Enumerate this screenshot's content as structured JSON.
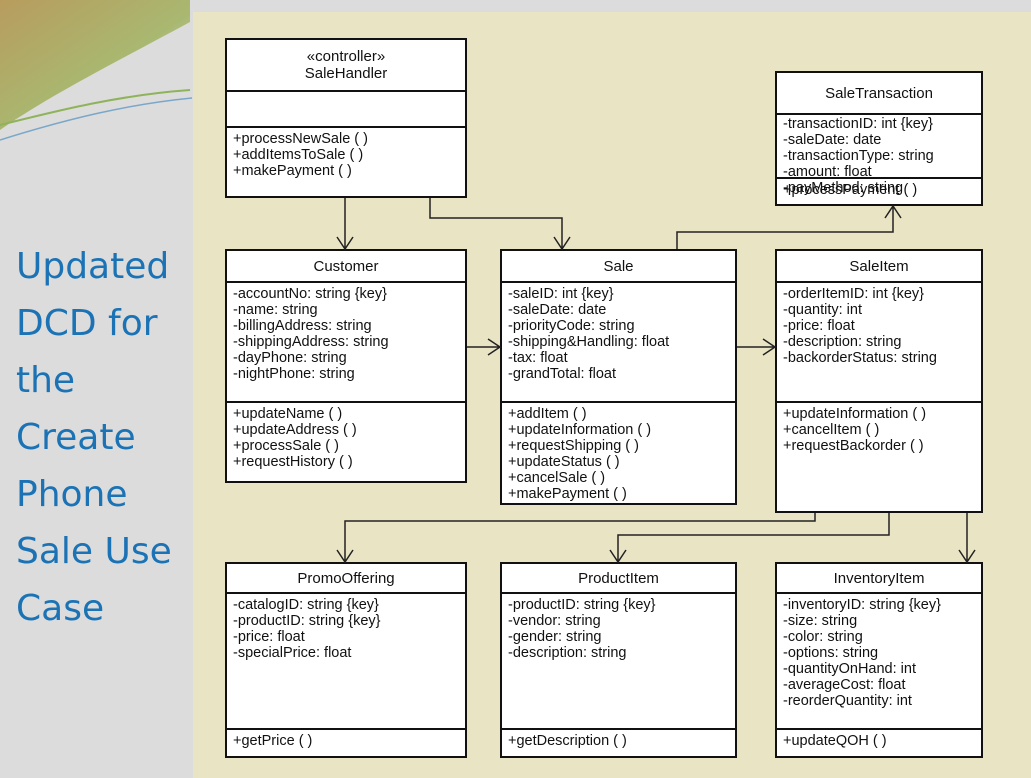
{
  "slide_title": "Updated\nDCD for\nthe\nCreate\nPhone\nSale Use\nCase",
  "colors": {
    "title": "#1b73b5",
    "diagram_bg": "#e9e5c4",
    "slide_bg": "#dcdcdc"
  },
  "classes": {
    "salehandler": {
      "stereotype": "«controller»",
      "name": "SaleHandler",
      "attributes": [],
      "operations": [
        "+processNewSale ( )",
        "+addItemsToSale ( )",
        "+makePayment ( )"
      ]
    },
    "saletransaction": {
      "name": "SaleTransaction",
      "attributes": [
        "-transactionID: int {key}",
        "-saleDate: date",
        "-transactionType: string",
        "-amount: float",
        "-payMethod: string"
      ],
      "operations": [
        "+processPayment ( )"
      ]
    },
    "customer": {
      "name": "Customer",
      "attributes": [
        "-accountNo: string {key}",
        "-name: string",
        "-billingAddress: string",
        "-shippingAddress: string",
        "-dayPhone: string",
        "-nightPhone: string"
      ],
      "operations": [
        "+updateName ( )",
        "+updateAddress ( )",
        "+processSale ( )",
        "+requestHistory ( )"
      ]
    },
    "sale": {
      "name": "Sale",
      "attributes": [
        "-saleID: int {key}",
        "-saleDate: date",
        "-priorityCode: string",
        "-shipping&Handling: float",
        "-tax: float",
        "-grandTotal: float"
      ],
      "operations": [
        "+addItem ( )",
        "+updateInformation ( )",
        "+requestShipping ( )",
        "+updateStatus ( )",
        "+cancelSale ( )",
        "+makePayment ( )"
      ]
    },
    "saleitem": {
      "name": "SaleItem",
      "attributes": [
        "-orderItemID: int {key}",
        "-quantity: int",
        "-price: float",
        "-description: string",
        "-backorderStatus: string"
      ],
      "operations": [
        "+updateInformation ( )",
        "+cancelItem ( )",
        "+requestBackorder ( )"
      ]
    },
    "promooffering": {
      "name": "PromoOffering",
      "attributes": [
        "-catalogID: string {key}",
        "-productID: string {key}",
        "-price: float",
        "-specialPrice: float"
      ],
      "operations": [
        "+getPrice ( )"
      ]
    },
    "productitem": {
      "name": "ProductItem",
      "attributes": [
        "-productID: string {key}",
        "-vendor: string",
        "-gender: string",
        "-description: string"
      ],
      "operations": [
        "+getDescription ( )"
      ]
    },
    "inventoryitem": {
      "name": "InventoryItem",
      "attributes": [
        "-inventoryID: string {key}",
        "-size: string",
        "-color: string",
        "-options: string",
        "-quantityOnHand: int",
        "-averageCost: float",
        "-reorderQuantity: int"
      ],
      "operations": [
        "+updateQOH ( )"
      ]
    }
  }
}
